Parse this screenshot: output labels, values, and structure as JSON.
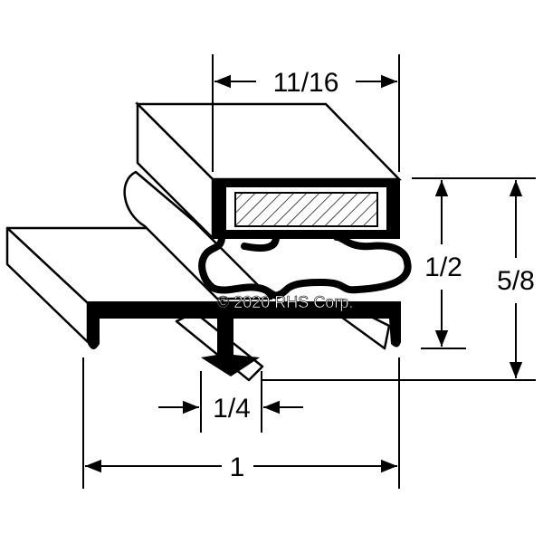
{
  "dimensions": {
    "width_top": "11/16",
    "height_inner": "1/2",
    "height_total": "5/8",
    "dart_width": "1/4",
    "width_total": "1"
  },
  "copyright": "© 2020 RHS Corp.",
  "colors": {
    "line": "#000000",
    "background": "#ffffff"
  }
}
